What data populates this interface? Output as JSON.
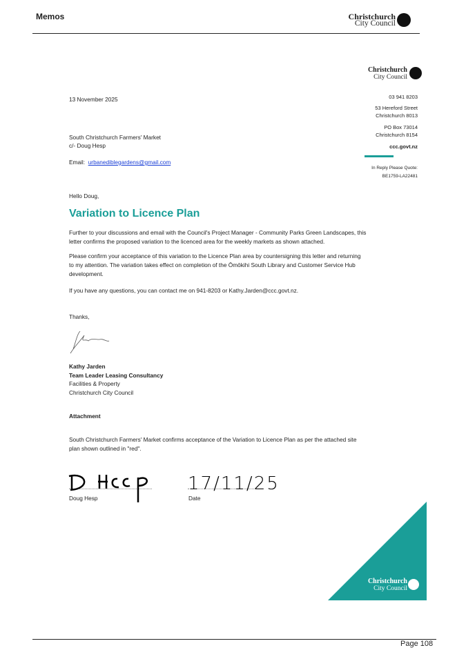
{
  "header": {
    "section": "Memos",
    "logo_text_1": "Christchurch",
    "logo_text_2": "City Council"
  },
  "letterhead": {
    "logo_text_1": "Christchurch",
    "logo_text_2": "City Council",
    "phone": "03 941 8203",
    "street": "53 Hereford Street",
    "city1": "Christchurch 8013",
    "pobox": "PO Box 73014",
    "city2": "Christchurch 8154",
    "website": "ccc.govt.nz",
    "reply_label": "In Reply Please Quote:",
    "reply_ref": "BE1759-LA22481"
  },
  "letter": {
    "date": "13 November 2025",
    "recipient": [
      "South Christchurch Farmers' Market",
      "c/- Doug Hesp"
    ],
    "email_label": "Email:",
    "email": "urbanediblegardens@gmail.com",
    "greeting": "Hello Doug,",
    "title": "Variation to Licence Plan",
    "paragraphs": [
      [
        "Further to your discussions and email with the Council's Project Manager - Community Parks Green Landscapes, this",
        "letter confirms the proposed variation to the licenced area for the weekly markets as shown attached."
      ],
      [
        "Please confirm your acceptance of this variation to the Licence Plan area by countersigning this letter and returning",
        "to my attention.  The variation takes effect on completion of the Ōmōkihi South Library and Customer Service Hub",
        "development."
      ],
      [
        "If you have any questions, you can contact me on 941-8203 or Kathy.Jarden@ccc.govt.nz."
      ]
    ],
    "closing": "Thanks,",
    "signer": {
      "name": "Kathy Jarden",
      "title": "Team Leader Leasing Consultancy",
      "dept": "Facilities & Property",
      "org": "Christchurch City Council"
    },
    "attachment_heading": "Attachment",
    "attachment_text": [
      "South Christchurch Farmers' Market confirms acceptance of the Variation to Licence Plan as per the attached site",
      "plan shown outlined in \"red\"."
    ],
    "sign_name_label": "Doug Hesp",
    "sign_date_label": "Date",
    "handwritten_date": "17/11/25"
  },
  "footer_logo": {
    "logo_text_1": "Christchurch",
    "logo_text_2": "City Council"
  },
  "footer": {
    "page": "Page 108"
  },
  "colors": {
    "teal": "#1a9e98",
    "link": "#1a3fd6"
  }
}
